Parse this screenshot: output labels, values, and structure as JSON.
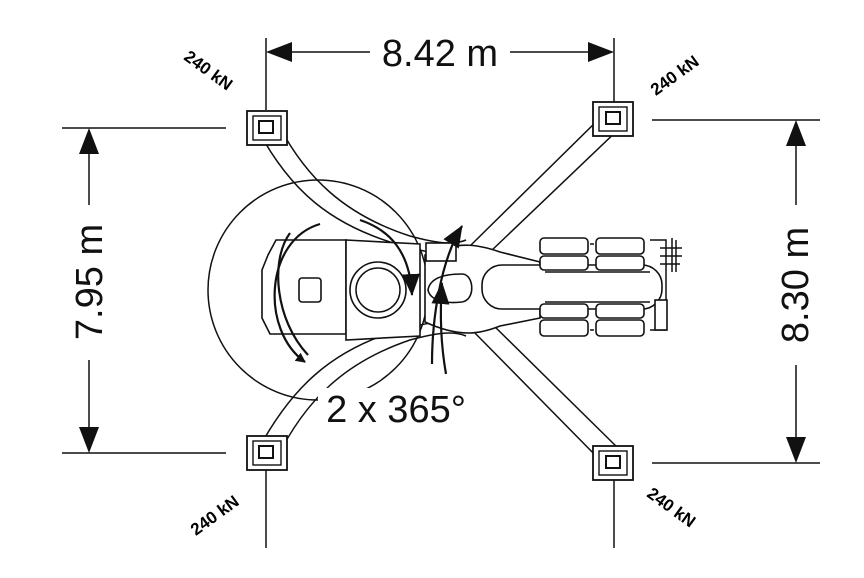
{
  "dimensions": {
    "width": "8.42 m",
    "length_left": "7.95 m",
    "length_right": "8.30 m"
  },
  "slew": "2 x 365°",
  "outrigger_loads": {
    "top_left": "240 kN",
    "top_right": "240 kN",
    "bottom_left": "240 kN",
    "bottom_right": "240 kN"
  },
  "colors": {
    "line": "#111111",
    "background": "#ffffff"
  }
}
